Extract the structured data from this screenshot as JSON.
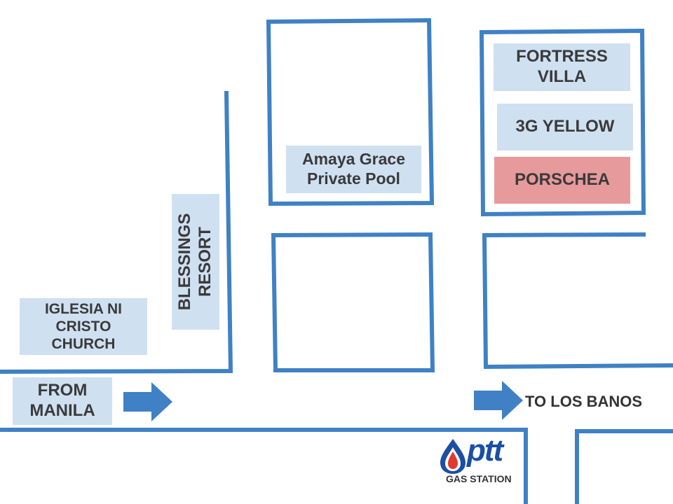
{
  "colors": {
    "road_line": "#3f81c4",
    "label_bg": "#cfe0f1",
    "highlight_bg": "#e79a9b",
    "text": "#3a3a3a",
    "ptt_blue": "#1c4fa3",
    "ptt_red": "#e03a2f"
  },
  "labels": {
    "fortress_villa": "FORTRESS\nVILLA",
    "yellow_3g": "3G YELLOW",
    "porschea": "PORSCHEA",
    "amaya_grace": "Amaya Grace\nPrivate Pool",
    "blessings_resort": "BLESSINGS\nRESORT",
    "iglesia": "IGLESIA NI\nCRISTO\nCHURCH",
    "from_manila": "FROM\nMANILA",
    "to_los_banos": "TO LOS BANOS"
  },
  "gas_station": {
    "brand": "ptt",
    "caption": "GAS STATION",
    "icon": "ptt-logo-icon"
  },
  "icons": {
    "direction_arrow_left": "right-arrow-icon",
    "direction_arrow_right": "right-arrow-icon"
  }
}
